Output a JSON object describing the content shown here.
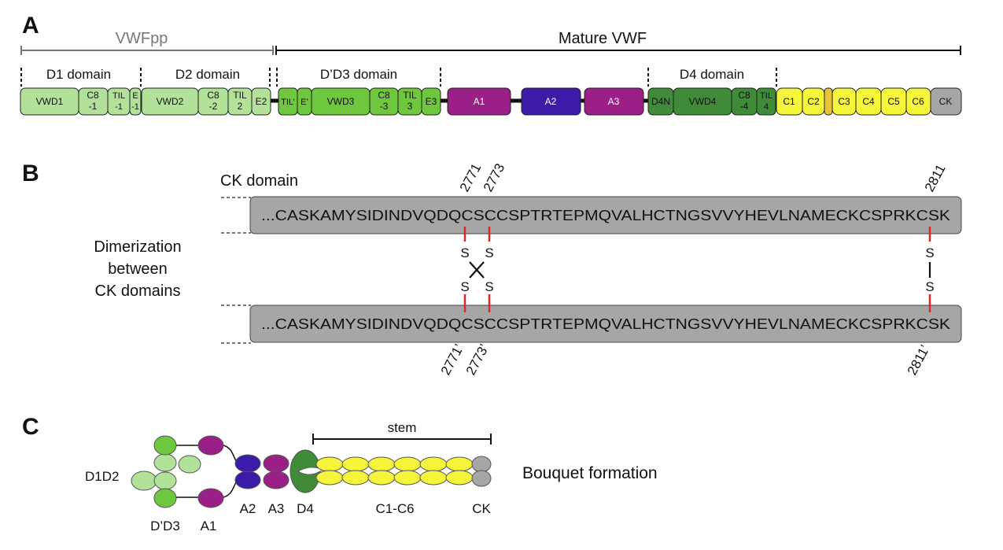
{
  "panels": {
    "a": "A",
    "b": "B",
    "c": "C"
  },
  "panel_a": {
    "propeptide_label": "VWFpp",
    "mature_label": "Mature VWF",
    "domains": {
      "d1": "D1 domain",
      "d2": "D2 domain",
      "d3": "D’D3 domain",
      "d4": "D4 domain"
    },
    "blocks": [
      {
        "id": "vwd1",
        "label": "VWD1",
        "color": "#b2e29a"
      },
      {
        "id": "c8-1",
        "label": "C8 -1",
        "color": "#b2e29a"
      },
      {
        "id": "til-1",
        "label": "TIL -1",
        "color": "#b2e29a"
      },
      {
        "id": "e-1",
        "label": "E -1",
        "color": "#b2e29a"
      },
      {
        "id": "vwd2",
        "label": "VWD2",
        "color": "#b2e29a"
      },
      {
        "id": "c8-2",
        "label": "C8 -2",
        "color": "#b2e29a"
      },
      {
        "id": "til2",
        "label": "TIL 2",
        "color": "#b2e29a"
      },
      {
        "id": "e2",
        "label": "E2",
        "color": "#b2e29a"
      },
      {
        "id": "tilp",
        "label": "TIL’",
        "color": "#6fc73d"
      },
      {
        "id": "ep",
        "label": "E’",
        "color": "#6fc73d"
      },
      {
        "id": "vwd3",
        "label": "VWD3",
        "color": "#6fc73d"
      },
      {
        "id": "c8-3",
        "label": "C8 -3",
        "color": "#6fc73d"
      },
      {
        "id": "til3",
        "label": "TIL 3",
        "color": "#6fc73d"
      },
      {
        "id": "e3",
        "label": "E3",
        "color": "#6fc73d"
      },
      {
        "id": "a1",
        "label": "A1",
        "color": "#9a2087"
      },
      {
        "id": "a2",
        "label": "A2",
        "color": "#3a1ca8"
      },
      {
        "id": "a3",
        "label": "A3",
        "color": "#9a2087"
      },
      {
        "id": "d4n",
        "label": "D4N",
        "color": "#3f8b37"
      },
      {
        "id": "vwd4",
        "label": "VWD4",
        "color": "#3f8b37"
      },
      {
        "id": "c8-4",
        "label": "C8 -4",
        "color": "#3f8b37"
      },
      {
        "id": "til4",
        "label": "TIL 4",
        "color": "#3f8b37"
      },
      {
        "id": "c1",
        "label": "C1",
        "color": "#f5f53c"
      },
      {
        "id": "c2",
        "label": "C2",
        "color": "#f5f53c"
      },
      {
        "id": "c3",
        "label": "C3",
        "color": "#f5f53c"
      },
      {
        "id": "c4",
        "label": "C4",
        "color": "#f5f53c"
      },
      {
        "id": "c5",
        "label": "C5",
        "color": "#f5f53c"
      },
      {
        "id": "c6",
        "label": "C6",
        "color": "#f5f53c"
      },
      {
        "id": "ck",
        "label": "CK",
        "color": "#a6a6a6"
      }
    ]
  },
  "panel_b": {
    "ck_domain_label": "CK domain",
    "sequence": "...CASKAMYSIDINDVQDQCSCCSPTRTEPMQVALHCTNGSVVYHEVLNAMECKCSPRKCSK",
    "top_residues": [
      "2771",
      "2773",
      "2811"
    ],
    "bottom_residues": [
      "2771’",
      "2773’",
      "2811’"
    ],
    "sulfur": "S",
    "side_label": [
      "Dimerization",
      "between",
      "CK domains"
    ],
    "link_color": "#d42a2a"
  },
  "panel_c": {
    "stem_label": "stem",
    "labels": {
      "d1d2": "D1D2",
      "d3": "D’D3",
      "a1": "A1",
      "a2": "A2",
      "a3": "A3",
      "d4": "D4",
      "c1c6": "C1-C6",
      "ck": "CK"
    },
    "bouquet_label": "Bouquet formation"
  }
}
